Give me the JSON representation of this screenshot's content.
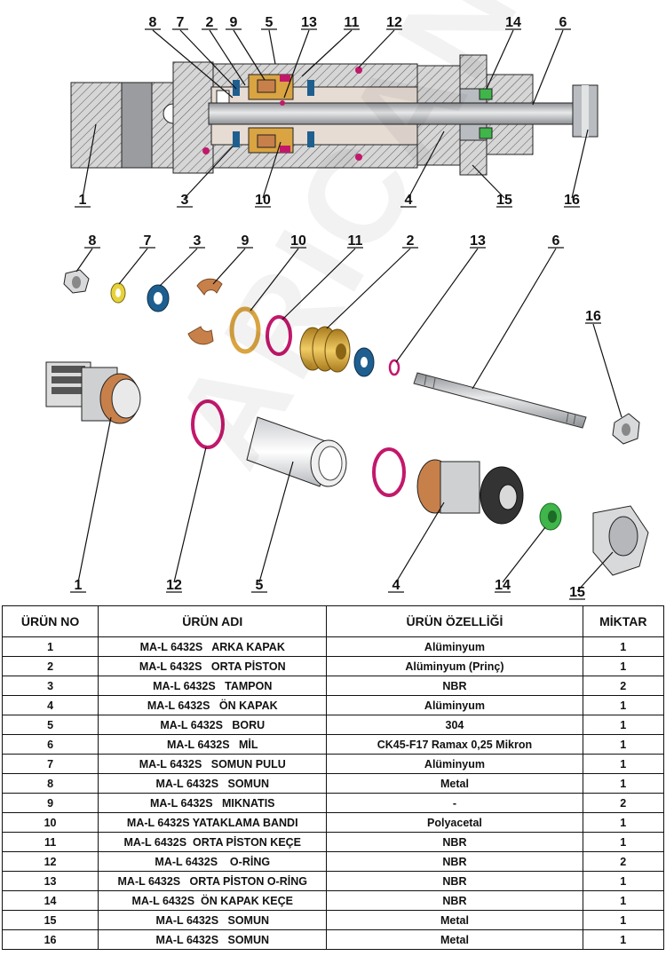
{
  "watermark": "ARICAN HİDROLİK",
  "callouts": {
    "section": [
      "8",
      "7",
      "2",
      "9",
      "5",
      "13",
      "11",
      "12",
      "14",
      "6",
      "1",
      "3",
      "10",
      "4",
      "15",
      "16"
    ],
    "exploded": [
      "8",
      "7",
      "3",
      "9",
      "10",
      "11",
      "2",
      "13",
      "6",
      "16",
      "1",
      "12",
      "5",
      "4",
      "14",
      "15"
    ]
  },
  "table": {
    "headers": [
      "ÜRÜN NO",
      "ÜRÜN ADI",
      "ÜRÜN ÖZELLİĞİ",
      "MİKTAR"
    ],
    "rows": [
      {
        "no": "1",
        "name": "MA-L 6432S   ARKA KAPAK",
        "spec": "Alüminyum",
        "qty": "1"
      },
      {
        "no": "2",
        "name": "MA-L 6432S   ORTA PİSTON",
        "spec": "Alüminyum (Prinç)",
        "qty": "1"
      },
      {
        "no": "3",
        "name": "MA-L 6432S   TAMPON",
        "spec": "NBR",
        "qty": "2"
      },
      {
        "no": "4",
        "name": "MA-L 6432S   ÖN KAPAK",
        "spec": "Alüminyum",
        "qty": "1"
      },
      {
        "no": "5",
        "name": "MA-L 6432S   BORU",
        "spec": "304",
        "qty": "1"
      },
      {
        "no": "6",
        "name": "MA-L 6432S   MİL",
        "spec": "CK45-F17 Ramax 0,25 Mikron",
        "qty": "1"
      },
      {
        "no": "7",
        "name": "MA-L 6432S   SOMUN PULU",
        "spec": "Alüminyum",
        "qty": "1"
      },
      {
        "no": "8",
        "name": "MA-L 6432S   SOMUN",
        "spec": "Metal",
        "qty": "1"
      },
      {
        "no": "9",
        "name": "MA-L 6432S   MIKNATIS",
        "spec": "-",
        "qty": "2"
      },
      {
        "no": "10",
        "name": "MA-L 6432S YATAKLAMA BANDI",
        "spec": "Polyacetal",
        "qty": "1"
      },
      {
        "no": "11",
        "name": "MA-L 6432S  ORTA PİSTON KEÇE",
        "spec": "NBR",
        "qty": "1"
      },
      {
        "no": "12",
        "name": "MA-L 6432S    O-RİNG",
        "spec": "NBR",
        "qty": "2"
      },
      {
        "no": "13",
        "name": "MA-L 6432S   ORTA PİSTON O-RİNG",
        "spec": "NBR",
        "qty": "1"
      },
      {
        "no": "14",
        "name": "MA-L 6432S  ÖN KAPAK KEÇE",
        "spec": "NBR",
        "qty": "1"
      },
      {
        "no": "15",
        "name": "MA-L 6432S   SOMUN",
        "spec": "Metal",
        "qty": "1"
      },
      {
        "no": "16",
        "name": "MA-L 6432S   SOMUN",
        "spec": "Metal",
        "qty": "1"
      }
    ]
  },
  "colors": {
    "o_ring": "#c2186b",
    "brass": "#d9a441",
    "bronze": "#c8804a",
    "bumper": "#1f5f8f",
    "seal_green": "#3fb54a",
    "steel": "#b9bcc0"
  }
}
